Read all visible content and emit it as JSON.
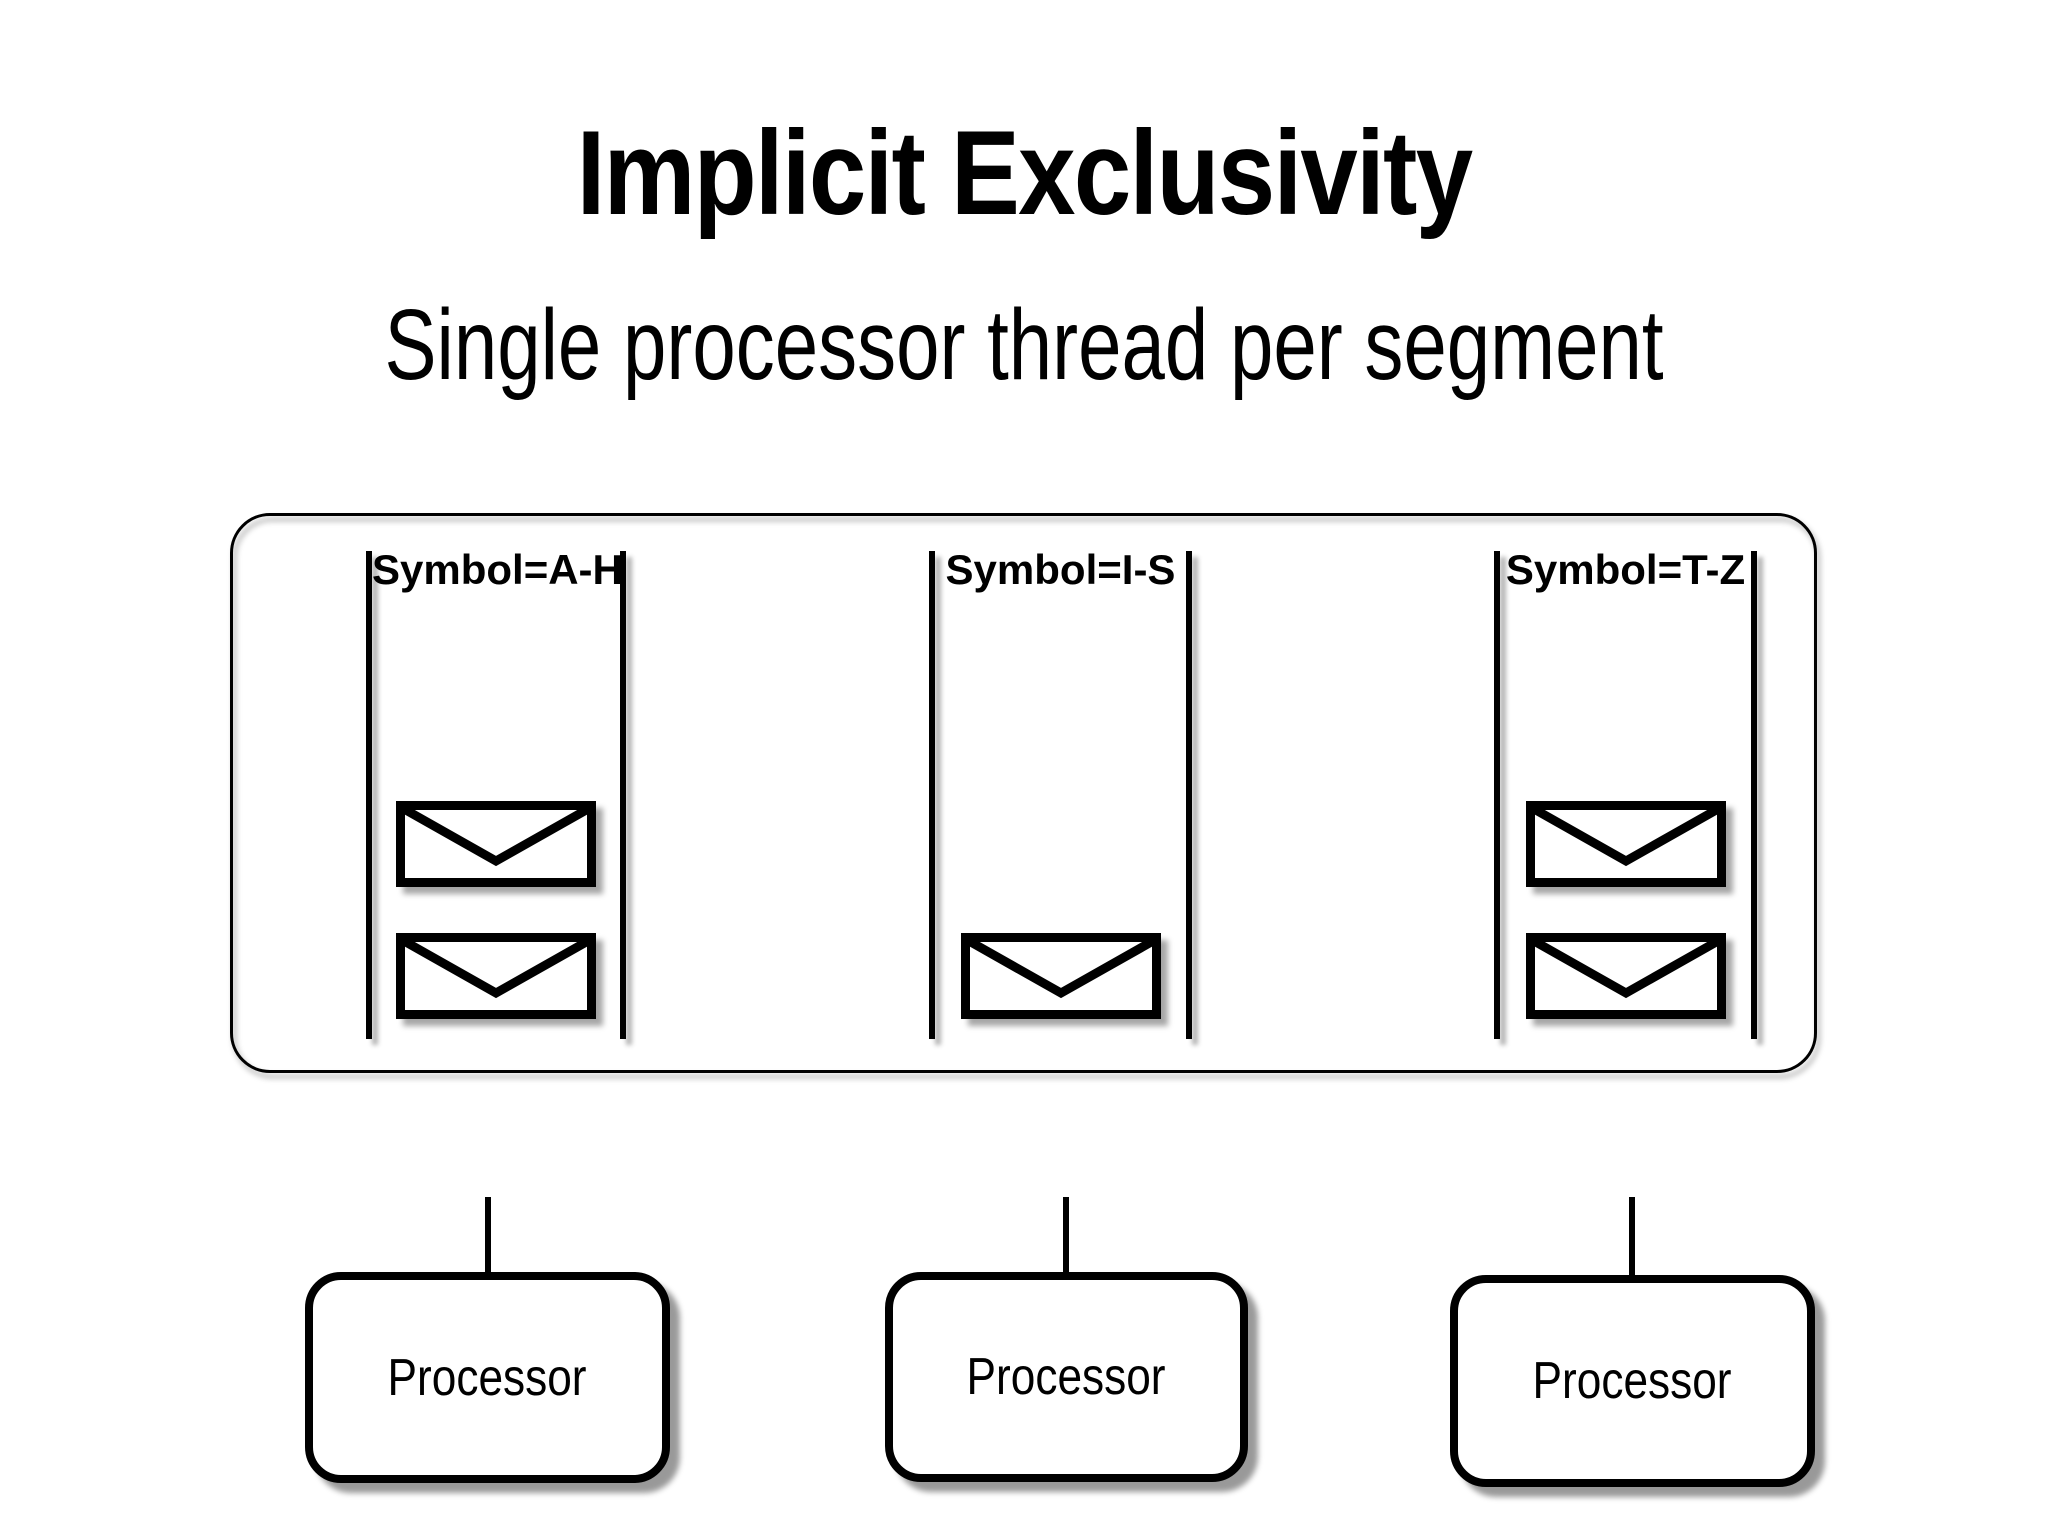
{
  "slide": {
    "title": "Implicit Exclusivity",
    "subtitle": "Single processor thread per segment"
  },
  "segment_queues": [
    {
      "label": "Symbol=A-H",
      "message_count": 2
    },
    {
      "label": "Symbol=I-S",
      "message_count": 1
    },
    {
      "label": "Symbol=T-Z",
      "message_count": 2
    }
  ],
  "processors": [
    {
      "label": "Processor"
    },
    {
      "label": "Processor"
    },
    {
      "label": "Processor"
    }
  ],
  "icons": {
    "message": "envelope-icon",
    "flow": "arrow-down-icon"
  },
  "colors": {
    "ink": "#000000",
    "background": "#ffffff"
  }
}
